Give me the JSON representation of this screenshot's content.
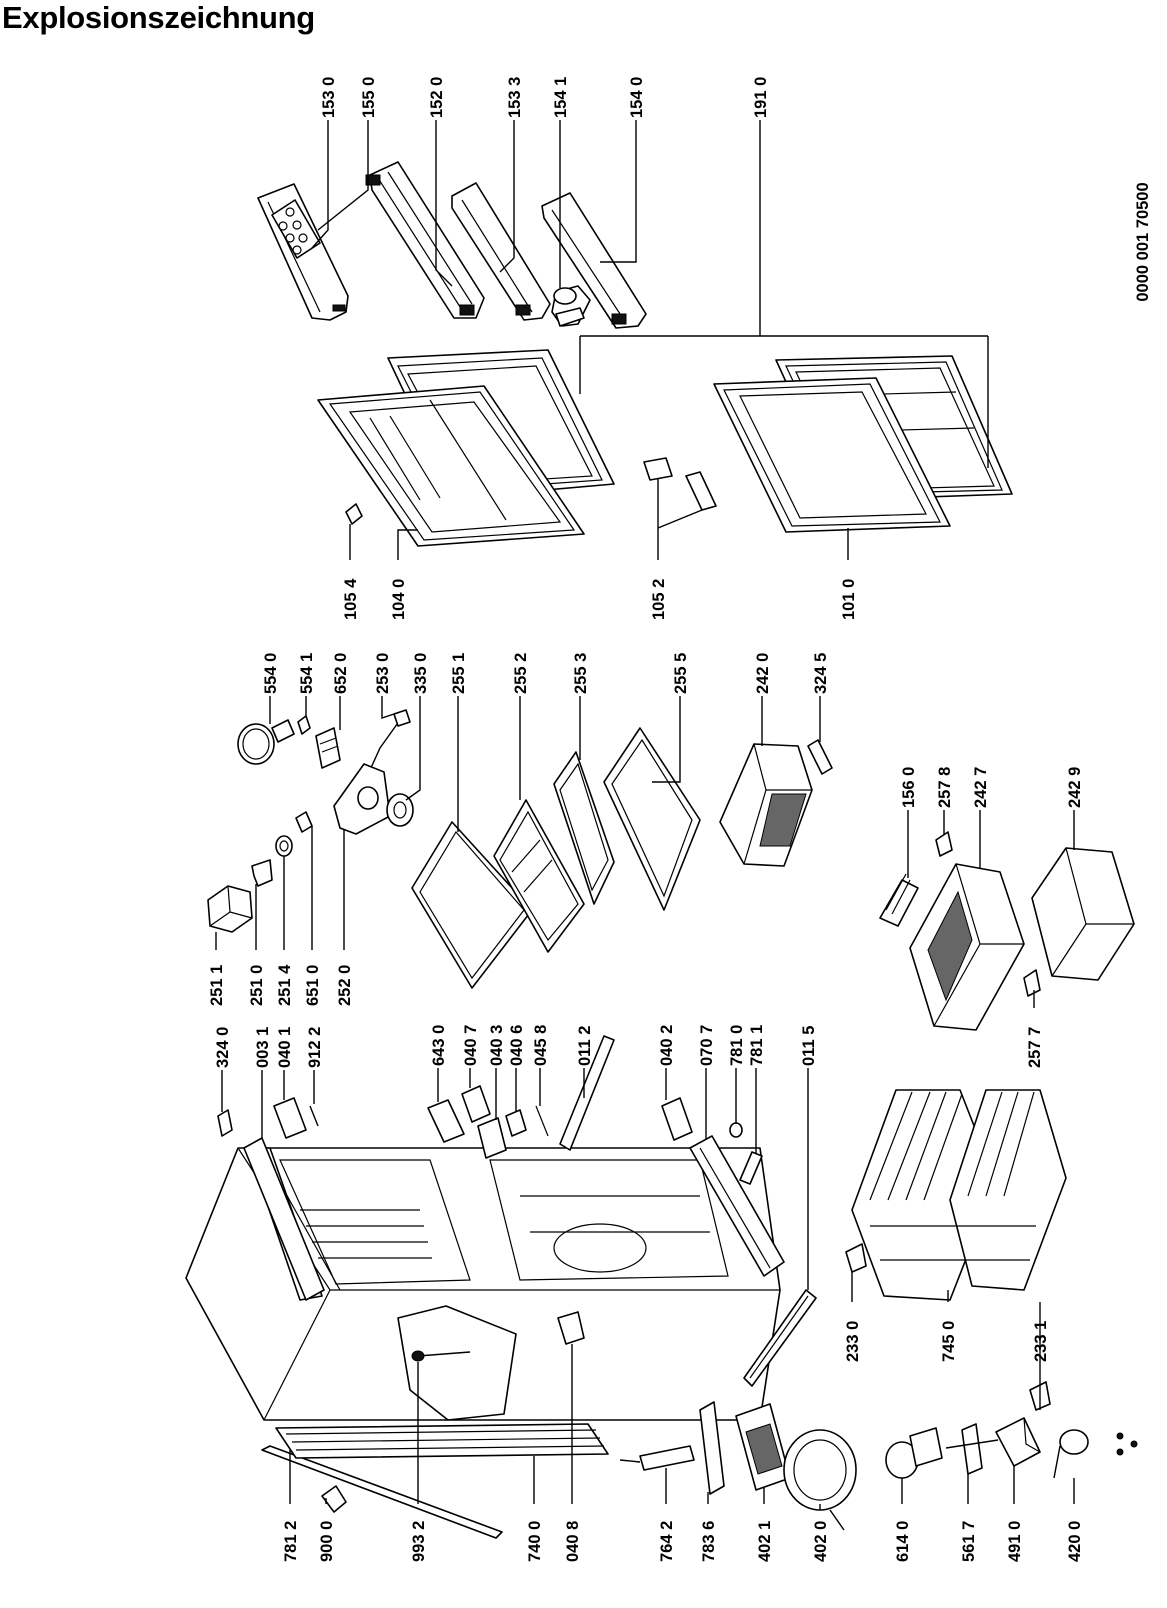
{
  "title": "Explosionszeichnung",
  "document_number": "0000 001 70500",
  "callouts": [
    {
      "id": "153_0",
      "text": "153 0"
    },
    {
      "id": "155_0",
      "text": "155 0"
    },
    {
      "id": "152_0",
      "text": "152 0"
    },
    {
      "id": "153_3",
      "text": "153 3"
    },
    {
      "id": "154_1",
      "text": "154 1"
    },
    {
      "id": "154_0",
      "text": "154 0"
    },
    {
      "id": "191_0",
      "text": "191 0"
    },
    {
      "id": "105_4",
      "text": "105 4"
    },
    {
      "id": "104_0",
      "text": "104 0"
    },
    {
      "id": "105_2",
      "text": "105 2"
    },
    {
      "id": "101_0",
      "text": "101 0"
    },
    {
      "id": "554_0",
      "text": "554 0"
    },
    {
      "id": "554_1",
      "text": "554 1"
    },
    {
      "id": "652_0",
      "text": "652 0"
    },
    {
      "id": "253_0",
      "text": "253 0"
    },
    {
      "id": "335_0",
      "text": "335 0"
    },
    {
      "id": "255_1",
      "text": "255 1"
    },
    {
      "id": "255_2",
      "text": "255 2"
    },
    {
      "id": "255_3",
      "text": "255 3"
    },
    {
      "id": "255_5",
      "text": "255 5"
    },
    {
      "id": "242_0",
      "text": "242 0"
    },
    {
      "id": "324_5",
      "text": "324 5"
    },
    {
      "id": "251_1",
      "text": "251 1"
    },
    {
      "id": "251_0",
      "text": "251 0"
    },
    {
      "id": "251_4",
      "text": "251 4"
    },
    {
      "id": "651_0",
      "text": "651 0"
    },
    {
      "id": "252_0",
      "text": "252 0"
    },
    {
      "id": "156_0",
      "text": "156 0"
    },
    {
      "id": "257_8",
      "text": "257 8"
    },
    {
      "id": "242_7",
      "text": "242 7"
    },
    {
      "id": "242_9",
      "text": "242 9"
    },
    {
      "id": "257_7",
      "text": "257 7"
    },
    {
      "id": "324_0",
      "text": "324 0"
    },
    {
      "id": "003_1",
      "text": "003 1"
    },
    {
      "id": "040_1",
      "text": "040 1"
    },
    {
      "id": "912_2",
      "text": "912 2"
    },
    {
      "id": "643_0",
      "text": "643 0"
    },
    {
      "id": "040_7",
      "text": "040 7"
    },
    {
      "id": "040_3",
      "text": "040 3"
    },
    {
      "id": "040_6",
      "text": "040 6"
    },
    {
      "id": "045_8",
      "text": "045 8"
    },
    {
      "id": "011_2",
      "text": "011 2"
    },
    {
      "id": "040_2",
      "text": "040 2"
    },
    {
      "id": "070_7",
      "text": "070 7"
    },
    {
      "id": "781_0",
      "text": "781 0"
    },
    {
      "id": "781_1",
      "text": "781 1"
    },
    {
      "id": "011_5",
      "text": "011 5"
    },
    {
      "id": "233_0",
      "text": "233 0"
    },
    {
      "id": "745_0",
      "text": "745 0"
    },
    {
      "id": "233_1",
      "text": "233 1"
    },
    {
      "id": "781_2",
      "text": "781 2"
    },
    {
      "id": "900_0",
      "text": "900 0"
    },
    {
      "id": "993_2",
      "text": "993 2"
    },
    {
      "id": "740_0",
      "text": "740 0"
    },
    {
      "id": "040_8",
      "text": "040 8"
    },
    {
      "id": "764_2",
      "text": "764 2"
    },
    {
      "id": "783_6",
      "text": "783 6"
    },
    {
      "id": "402_1",
      "text": "402 1"
    },
    {
      "id": "402_0",
      "text": "402 0"
    },
    {
      "id": "614_0",
      "text": "614 0"
    },
    {
      "id": "561_7",
      "text": "561 7"
    },
    {
      "id": "491_0",
      "text": "491 0"
    },
    {
      "id": "420_0",
      "text": "420 0"
    }
  ]
}
